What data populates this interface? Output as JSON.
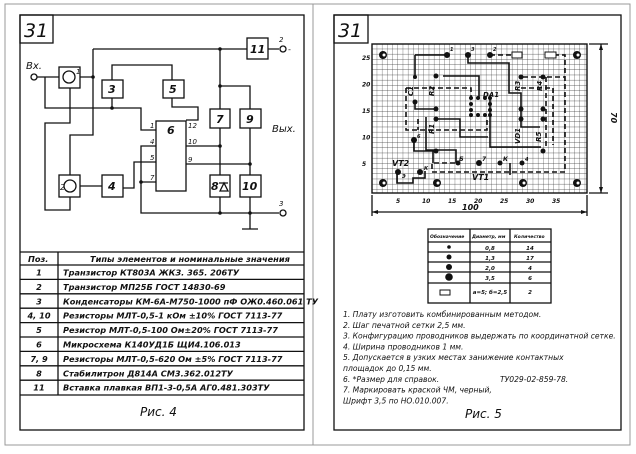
{
  "left_page": {
    "sheet_number": "31",
    "schematic": {
      "input_label": "Вх.",
      "output_label": "Вых.",
      "terminal_2": "2",
      "terminal_2_sign": "-",
      "terminal_3": "3",
      "terminal_1_label": "1",
      "terminal_2_label": "2",
      "blocks": [
        "3",
        "4",
        "5",
        "6",
        "7",
        "8",
        "9",
        "10",
        "11"
      ],
      "pins": {
        "p1": "1",
        "p4": "4",
        "p5": "5",
        "p7": "7",
        "p12": "12",
        "p10": "10",
        "p9": "9"
      }
    },
    "table": {
      "header_pos": "Поз.",
      "header_desc": "Типы элементов и номинальные значения",
      "rows": [
        {
          "pos": "1",
          "desc": "Транзистор  КТ803А  ЖКЗ. 365. 206ТУ"
        },
        {
          "pos": "2",
          "desc": "Транзистор  МП25Б  ГОСТ 14830-69"
        },
        {
          "pos": "3",
          "desc": "Конденсаторы КМ-6А-М750-1000 пФ  ОЖ0.460.061 ТУ"
        },
        {
          "pos": "4, 10",
          "desc": "Резисторы МЛТ-0,5-1 кОм ±10% ГОСТ 7113-77"
        },
        {
          "pos": "5",
          "desc": "Резистор МЛТ-0,5-100 Ом±20% ГОСТ 7113-77"
        },
        {
          "pos": "6",
          "desc": "Микросхема К140УД1Б  ЩИ4.106.013"
        },
        {
          "pos": "7, 9",
          "desc": "Резисторы МЛТ-0,5-620 Ом ±5% ГОСТ 7113-77"
        },
        {
          "pos": "8",
          "desc": "Стабилитрон Д814А  СМ3.362.012ТУ"
        },
        {
          "pos": "11",
          "desc": "Вставка плавкая ВП1-3-0,5А  АГ0.481.303ТУ"
        }
      ]
    },
    "caption": "Рис. 4"
  },
  "right_page": {
    "sheet_number": "31",
    "pcb": {
      "x_ticks": [
        "5",
        "10",
        "15",
        "20",
        "25",
        "30",
        "35"
      ],
      "y_ticks": [
        "25",
        "20",
        "15",
        "10",
        "5"
      ],
      "width_dim": "100",
      "height_dim": "70",
      "labels": {
        "da1": "DA1",
        "r1": "R1",
        "r2": "R2",
        "r3": "R3",
        "r4": "R4",
        "r5": "R5",
        "c1": "C1",
        "vd1": "VD1",
        "vt1": "VT1",
        "vt2": "VT2"
      },
      "pin_marks": {
        "p1": "1",
        "p2": "2",
        "p3": "3",
        "p4": "4",
        "p5": "5",
        "p6": "6",
        "p7": "7",
        "p8": "8",
        "pk": "К",
        "pb": "Б",
        "pe": "Э"
      }
    },
    "hole_table": {
      "headers": [
        "Обозначение",
        "Диаметр, мм",
        "Количество"
      ],
      "rows": [
        {
          "diameter": "0,8",
          "count": "14"
        },
        {
          "diameter": "1,3",
          "count": "17"
        },
        {
          "diameter": "2,0",
          "count": "4"
        },
        {
          "diameter": "3,5",
          "count": "6"
        },
        {
          "diameter": "а=5; б=2,5",
          "count": "2"
        }
      ]
    },
    "notes": [
      "1. Плату изготовить комбинированным методом.",
      "2. Шаг печатной сетки 2,5 мм.",
      "3. Конфигурацию проводников выдержать по координатной сетке.",
      "4. Ширина проводников 1 мм.",
      "5. Допускается в узких местах занижение контактных",
      "    площадок до 0,15 мм.",
      "6. *Размер для справок.",
      "7. Маркировать краской ЧМ, черный,",
      "  Шрифт 3,5 по НО.010.007."
    ],
    "spec_ref": "ТУ029-02-859-78.",
    "caption": "Рис. 5"
  }
}
